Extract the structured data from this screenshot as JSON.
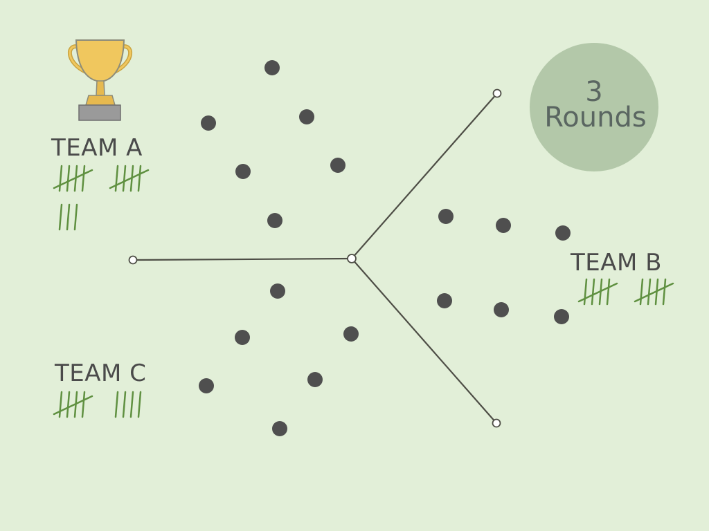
{
  "colors": {
    "background": "#e2efd8",
    "player": "#4f4f4f",
    "line": "#4d4d45",
    "tally": "#5f9040",
    "text": "#4a4a4a",
    "rounds_badge": "#b3c8a9",
    "rounds_text": "#5a6661",
    "trophy_gold": "#f0c75e",
    "trophy_base": "#9a9a9a"
  },
  "icons": {
    "trophy": "trophy-icon"
  },
  "rounds": {
    "number": "3",
    "label": "Rounds"
  },
  "teams": [
    {
      "id": "a",
      "label": "TEAM A",
      "score": 13,
      "winner": true
    },
    {
      "id": "b",
      "label": "TEAM B",
      "score": 10,
      "winner": false
    },
    {
      "id": "c",
      "label": "TEAM C",
      "score": 9,
      "winner": false
    }
  ]
}
